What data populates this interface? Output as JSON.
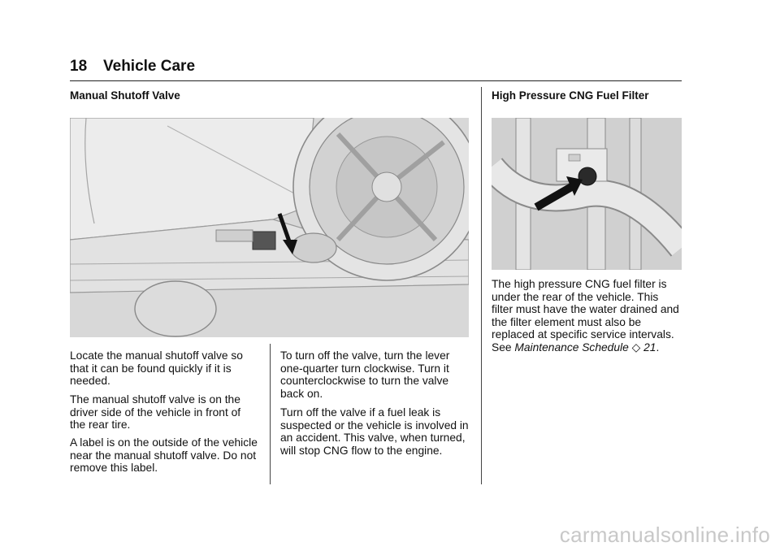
{
  "header": {
    "page_number": "18",
    "section_title": "Vehicle Care"
  },
  "left": {
    "heading": "Manual Shutoff Valve",
    "figure": {
      "icon": "shutoff-valve-illustration"
    },
    "paragraphs": [
      "Locate the manual shutoff valve so that it can be found quickly if it is needed.",
      "The manual shutoff valve is on the driver side of the vehicle in front of the rear tire.",
      "A label is on the outside of the vehicle near the manual shutoff valve. Do not remove this label."
    ]
  },
  "middle": {
    "paragraphs": [
      "To turn off the valve, turn the lever one-quarter turn clockwise. Turn it counterclockwise to turn the valve back on.",
      "Turn off the valve if a fuel leak is suspected or the vehicle is involved in an accident. This valve, when turned, will stop CNG flow to the engine."
    ]
  },
  "right": {
    "heading": "High Pressure CNG Fuel Filter",
    "figure": {
      "icon": "fuel-filter-illustration"
    },
    "paragraph_lead": "The high pressure CNG fuel filter is under the rear of the vehicle. This filter must have the water drained and the filter element must also be replaced at specific service intervals. See ",
    "link_text": "Maintenance Schedule",
    "ref_symbol": "◇",
    "ref_page": "21",
    "ref_end": "."
  },
  "watermark": "carmanualsonline.info",
  "colors": {
    "figure_bg": "#d6d6d6",
    "line_art": "#7a7a7a",
    "arrow": "#111111"
  }
}
